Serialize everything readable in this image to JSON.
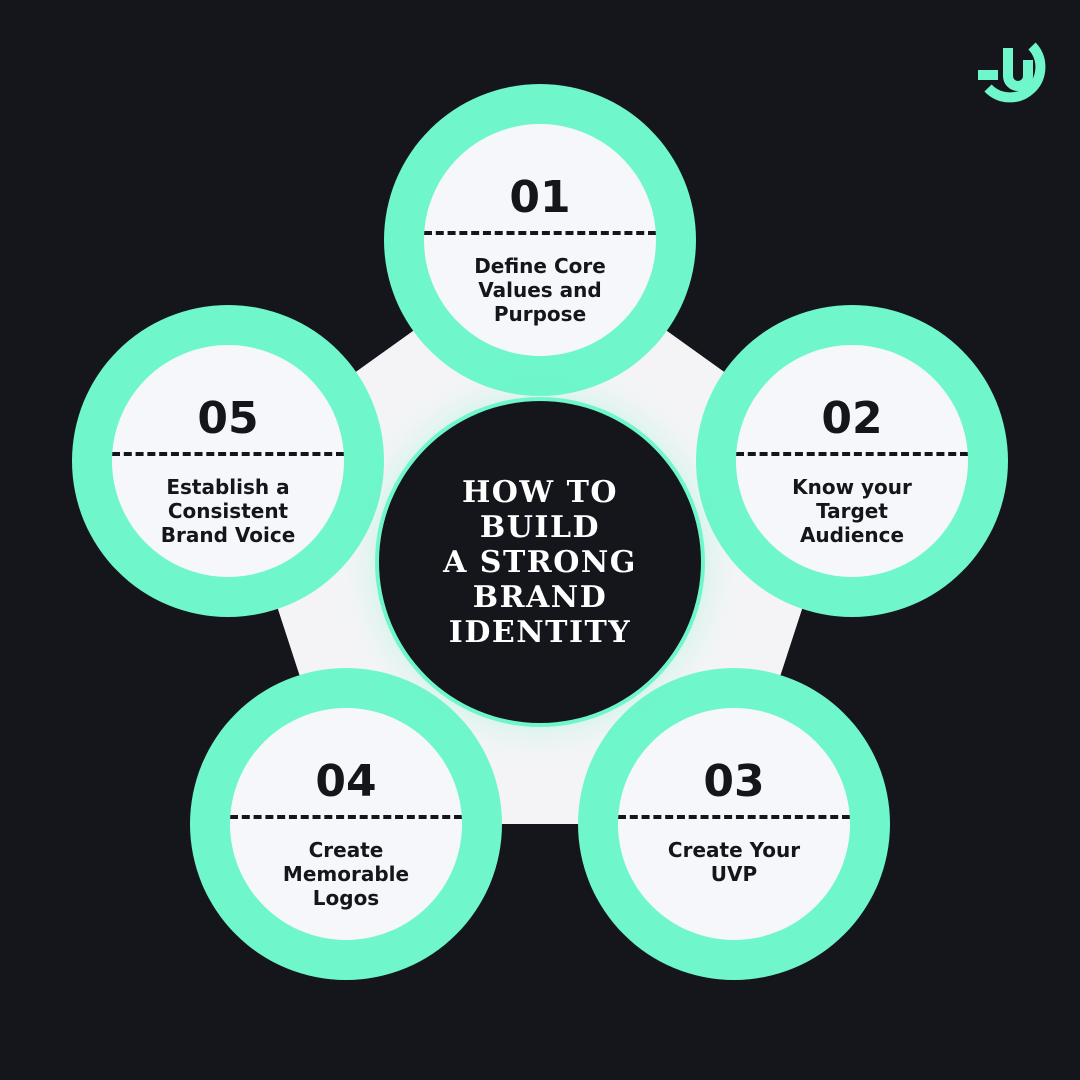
{
  "center": {
    "title": "HOW TO BUILD\nA STRONG\nBRAND\nIDENTITY"
  },
  "steps": [
    {
      "number": "01",
      "text": "Define Core\nValues and\nPurpose"
    },
    {
      "number": "02",
      "text": "Know your\nTarget\nAudience"
    },
    {
      "number": "03",
      "text": "Create Your\nUVP"
    },
    {
      "number": "04",
      "text": "Create\nMemorable\nLogos"
    },
    {
      "number": "05",
      "text": "Establish a\nConsistent\nBrand Voice"
    }
  ],
  "colors": {
    "background": "#15161c",
    "accent": "#6ff7cb",
    "card": "#f6f7fb",
    "connector": "#f4f4f6",
    "text_dark": "#15161c",
    "text_light": "#ffffff"
  },
  "logo": {
    "icon": "brand-logo-icon"
  }
}
